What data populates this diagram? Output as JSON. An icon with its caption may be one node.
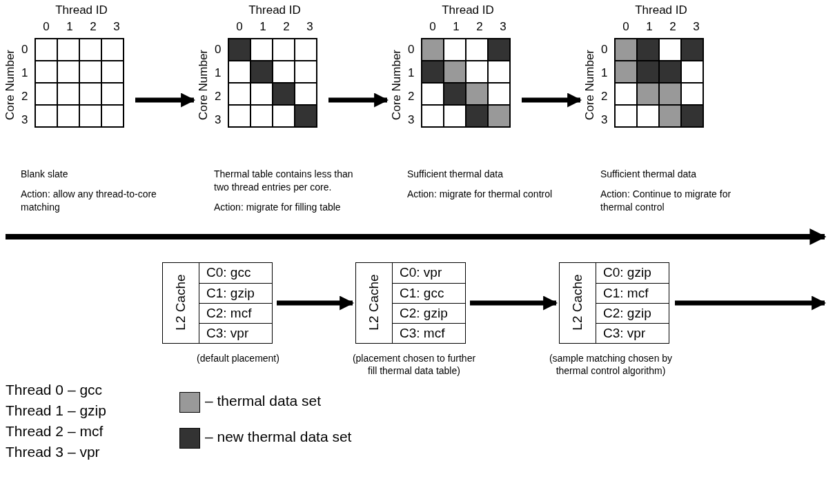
{
  "diagram": {
    "nodes": [
      {
        "text": [
          "Thread ID",
          "0",
          "1",
          "2",
          "3",
          "Core Number",
          "0",
          "1",
          "2",
          "3"
        ],
        "beside": [
          "Blank slate",
          "Action: allow any thread-to-core matching"
        ]
      },
      {
        "text": [
          "Thread ID",
          "0",
          "1",
          "2",
          "3",
          "Core Number",
          "0",
          "1",
          "2",
          "3"
        ],
        "beside": [
          "Thermal table contains less than two thread entries per core.",
          "Action: migrate for filling table"
        ]
      },
      {
        "text": [
          "Thread ID",
          "0",
          "1",
          "2",
          "3",
          "Core Number",
          "0",
          "1",
          "2",
          "3"
        ],
        "beside": [
          "Sufficient thermal data",
          "Action: migrate for thermal control"
        ]
      },
      {
        "text": [
          "Thread ID",
          "0",
          "1",
          "2",
          "3",
          "Core Number",
          "0",
          "1",
          "2",
          "3"
        ],
        "beside": [
          "Sufficient thermal data",
          "Action: Continue to migrate for thermal control"
        ]
      },
      {
        "text": [
          "L2 Cache",
          "C0: gcc",
          "C1: gzip",
          "C2: mcf",
          "C3: vpr"
        ],
        "beside": [
          "(default placement)"
        ]
      },
      {
        "text": [
          "L2 Cache",
          "C0: vpr",
          "C1: gcc",
          "C2: gzip",
          "C3: mcf"
        ],
        "beside": [
          "(placement chosen to further fill thermal data table)"
        ]
      },
      {
        "text": [
          "L2 Cache",
          "C0: gzip",
          "C1: mcf",
          "C2: gzip",
          "C3: vpr"
        ],
        "beside": [
          "(sample matching chosen by thermal control algorithm)"
        ]
      }
    ],
    "edges": [
      {
        "from": 0,
        "to": 1,
        "arrow": "to"
      },
      {
        "from": 1,
        "to": 2,
        "arrow": "to"
      },
      {
        "from": 2,
        "to": 3,
        "arrow": "to"
      },
      {
        "from": 4,
        "to": 5,
        "arrow": "to"
      },
      {
        "from": 5,
        "to": 6,
        "arrow": "to"
      },
      {
        "from": 6,
        "to": null,
        "arrow": "to"
      }
    ],
    "labels": [
      "Thread 0 – gcc",
      "Thread 1 – gzip",
      "Thread 2 – mcf",
      "Thread 3 – vpr"
    ],
    "legend": [
      {
        "text": "– thermal data set",
        "color": "#999999"
      },
      {
        "text": "– new thermal data set",
        "color": "#333333"
      }
    ]
  }
}
